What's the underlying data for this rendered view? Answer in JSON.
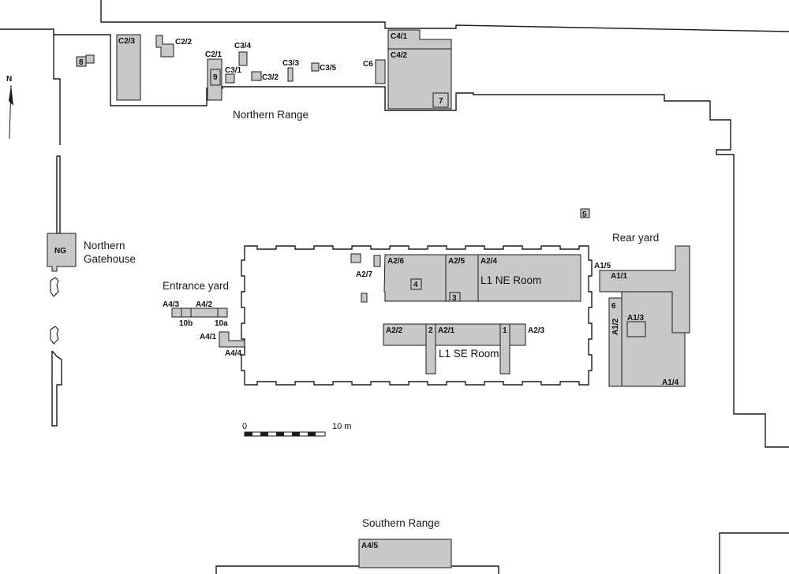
{
  "areas": {
    "northern_range": "Northern Range",
    "northern_gatehouse_l1": "Northern",
    "northern_gatehouse_l2": "Gatehouse",
    "entrance_yard": "Entrance yard",
    "rear_yard": "Rear yard",
    "southern_range": "Southern Range"
  },
  "rooms": {
    "ne_room": "L1 NE Room",
    "se_room": "L1 SE Room"
  },
  "trenches": {
    "c2_3": "C2/3",
    "c2_2": "C2/2",
    "c2_1": "C2/1",
    "c3_4": "C3/4",
    "c3_1": "C3/1",
    "c3_2": "C3/2",
    "c3_3": "C3/3",
    "c3_5": "C3/5",
    "c6": "C6",
    "c4_1": "C4/1",
    "c4_2": "C4/2",
    "a2_6": "A2/6",
    "a2_5": "A2/5",
    "a2_4": "A2/4",
    "a2_7": "A2/7",
    "a2_2": "A2/2",
    "a2_1": "A2/1",
    "a2_3": "A2/3",
    "a4_3": "A4/3",
    "a4_2": "A4/2",
    "a4_1": "A4/1",
    "a4_4": "A4/4",
    "a4_5": "A4/5",
    "a1_5": "A1/5",
    "a1_1": "A1/1",
    "a1_2": "A1/2",
    "a1_3": "A1/3",
    "a1_4": "A1/4",
    "ng": "NG"
  },
  "numbers": {
    "n8": "8",
    "n9": "9",
    "n7": "7",
    "n5": "5",
    "n4": "4",
    "n3": "3",
    "n2": "2",
    "n1": "1",
    "n6": "6",
    "n10a": "10a",
    "n10b": "10b"
  },
  "north_label": "N",
  "scale": {
    "start": "0",
    "end": "10 m"
  }
}
